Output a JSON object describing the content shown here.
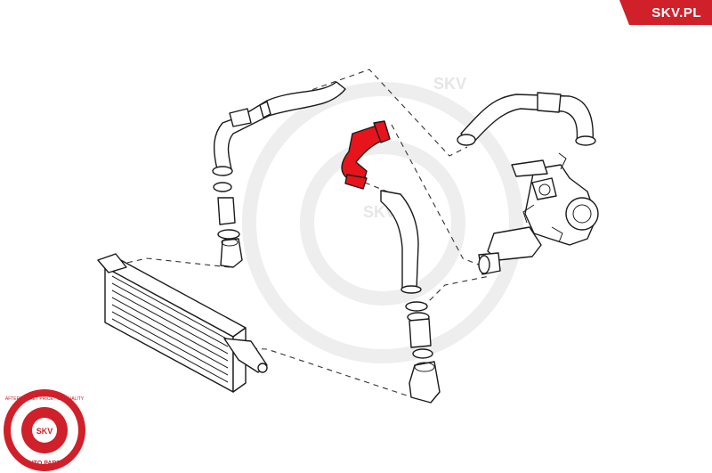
{
  "brand": {
    "tag_text": "SKV.PL",
    "logo_ring_text": "AFTERMARKET PRICE · OE QUALITY",
    "logo_center_text": "SKV",
    "logo_bottom_text": "AUTO PARTS"
  },
  "watermark": {
    "text": "SKV"
  },
  "colors": {
    "highlight": "#e8141c",
    "brand_red": "#d0202a",
    "line": "#1a1a1a"
  },
  "parts": [
    {
      "name": "intercooler",
      "highlighted": false
    },
    {
      "name": "hose-upper-left",
      "highlighted": false
    },
    {
      "name": "hose-center-red",
      "highlighted": true
    },
    {
      "name": "hose-center-lower",
      "highlighted": false
    },
    {
      "name": "pipe-upper-right",
      "highlighted": false
    },
    {
      "name": "turbocharger-assembly",
      "highlighted": false
    }
  ]
}
